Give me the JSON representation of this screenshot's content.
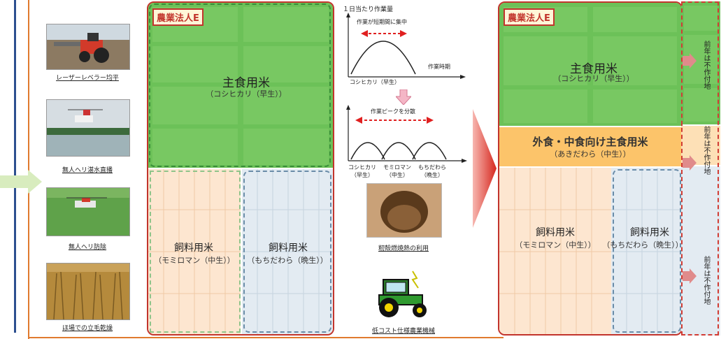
{
  "left_column": {
    "captions": [
      "レーザーレベラー均平",
      "無人ヘリ湛水直播",
      "無人ヘリ防除",
      "ほ場での立毛乾燥"
    ]
  },
  "field_before": {
    "badge": "農業法人E",
    "top": {
      "main": "主食用米",
      "sub": "（コシヒカリ（早生））"
    },
    "bottom_left": {
      "main": "飼料用米",
      "sub": "（モミロマン（中生））"
    },
    "bottom_right": {
      "main": "飼料用米",
      "sub": "（もちだわら（晩生））"
    }
  },
  "middle": {
    "chart1": {
      "ylabel": "１日当たり作業量",
      "annotation": "作業が短期間に集中",
      "xlabel": "作業時期",
      "series_label": "コシヒカリ（早生）"
    },
    "chart2": {
      "annotation": "作業ピークを分散",
      "series_labels": [
        "コシヒカリ（早生）",
        "モミロマン（中生）",
        "もちだわら（晩生）"
      ]
    },
    "captions": [
      "籾殻燃焼熱の利用",
      "低コスト仕様農業機械"
    ]
  },
  "field_after": {
    "badge": "農業法人E",
    "top": {
      "main": "主食用米",
      "sub": "（コシヒカリ（早生））"
    },
    "middle": {
      "main": "外食・中食向け主食用米",
      "sub": "（あきだわら（中生））"
    },
    "bottom_left": {
      "main": "飼料用米",
      "sub": "（モミロマン（中生））"
    },
    "bottom_right": {
      "main": "飼料用米",
      "sub": "（もちだわら（晩生））"
    },
    "side_labels": [
      "前年は不作付地",
      "前年は不作付地",
      "前年は不作付地"
    ]
  },
  "colors": {
    "accent_red": "#c2342c",
    "green": "#6cc158",
    "orange": "#fcc46a",
    "peach": "#fde6d0"
  }
}
